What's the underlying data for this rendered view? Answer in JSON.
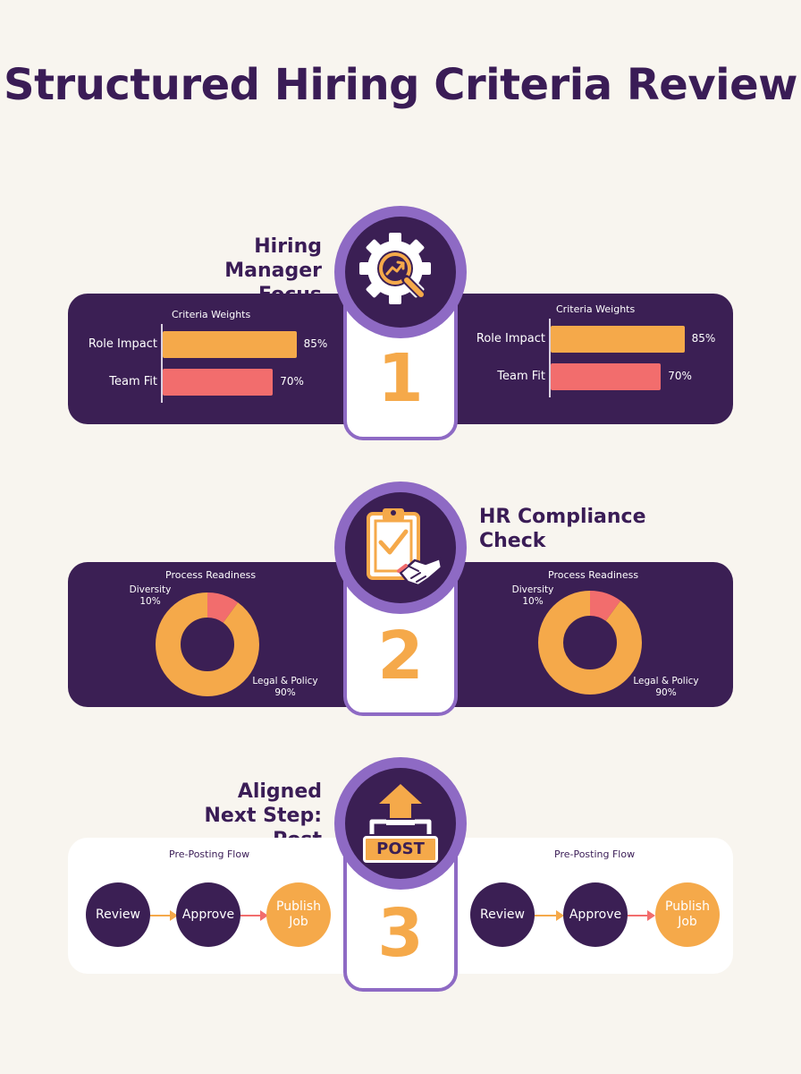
{
  "title": "Structured Hiring Criteria Review",
  "colors": {
    "purple_dark": "#3b1f54",
    "purple_ring": "#8e6ac4",
    "orange": "#f5a94a",
    "coral": "#f26d6d",
    "background": "#f8f5ef"
  },
  "stages": [
    {
      "number": "1",
      "title": "Hiring Manager Focus",
      "icon": "gear-magnifier-icon",
      "chart_title": "Criteria Weights",
      "bars": [
        {
          "label": "Role Impact",
          "percent_label": "85%",
          "value": 85
        },
        {
          "label": "Team Fit",
          "percent_label": "70%",
          "value": 70
        }
      ]
    },
    {
      "number": "2",
      "title": "HR Compliance Check",
      "icon": "clipboard-handshake-icon",
      "chart_title": "Process Readiness",
      "segments": [
        {
          "label": "Diversity",
          "percent_label": "10%",
          "value": 10
        },
        {
          "label": "Legal & Policy",
          "percent_label": "90%",
          "value": 90
        }
      ]
    },
    {
      "number": "3",
      "title": "Aligned Next Step: Post",
      "icon": "post-upload-icon",
      "icon_text": "POST",
      "chart_title": "Pre-Posting Flow",
      "steps": [
        "Review",
        "Approve",
        "Publish Job"
      ]
    }
  ],
  "chart_data": [
    {
      "type": "bar",
      "title": "Criteria Weights",
      "categories": [
        "Role Impact",
        "Team Fit"
      ],
      "values": [
        85,
        70
      ],
      "xlim": [
        0,
        100
      ]
    },
    {
      "type": "pie",
      "title": "Process Readiness",
      "categories": [
        "Diversity",
        "Legal & Policy"
      ],
      "values": [
        10,
        90
      ]
    }
  ]
}
